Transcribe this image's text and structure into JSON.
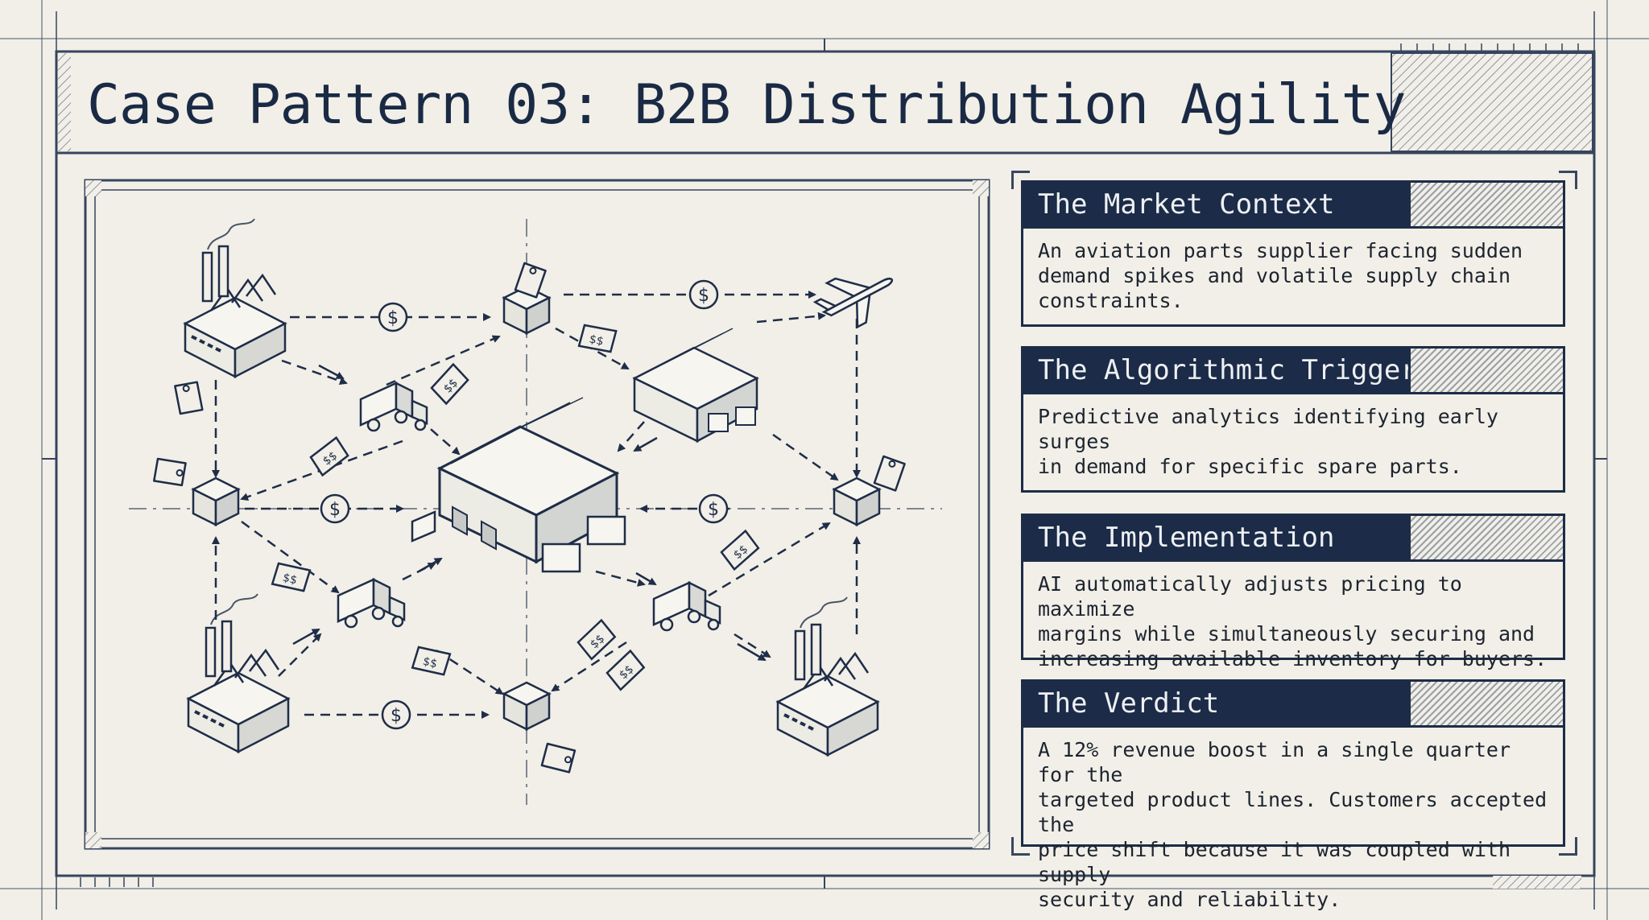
{
  "title": "Case Pattern 03: B2B Distribution Agility",
  "panels": [
    {
      "title": "The Market Context",
      "body": "An aviation parts supplier facing sudden\ndemand spikes and volatile supply chain\nconstraints."
    },
    {
      "title": "The Algorithmic Trigger",
      "body": "Predictive analytics identifying early surges\nin demand for specific spare parts."
    },
    {
      "title": "The Implementation",
      "body": "AI automatically adjusts pricing to maximize\nmargins while simultaneously securing and\nincreasing available inventory for buyers."
    },
    {
      "title": "The Verdict",
      "body": "A 12% revenue boost in a single quarter for the\ntargeted product lines. Customers accepted the\nprice shift because it was coupled with supply\nsecurity and reliability."
    }
  ],
  "icons": {
    "factories": [
      "factory-icon",
      "factory-icon",
      "factory-icon"
    ],
    "hub": "central-warehouse-icon",
    "warehouse": "warehouse-icon",
    "trucks": [
      "truck-icon",
      "truck-icon",
      "truck-icon"
    ],
    "plane": "airplane-icon",
    "boxes": [
      "box-icon",
      "box-icon",
      "box-icon",
      "box-icon"
    ],
    "currency": "dollar-coin-icon",
    "tag": "price-tag-icon"
  },
  "colors": {
    "ink": "#1b2b48",
    "paper": "#f1efe7",
    "line": "#3a4660"
  }
}
